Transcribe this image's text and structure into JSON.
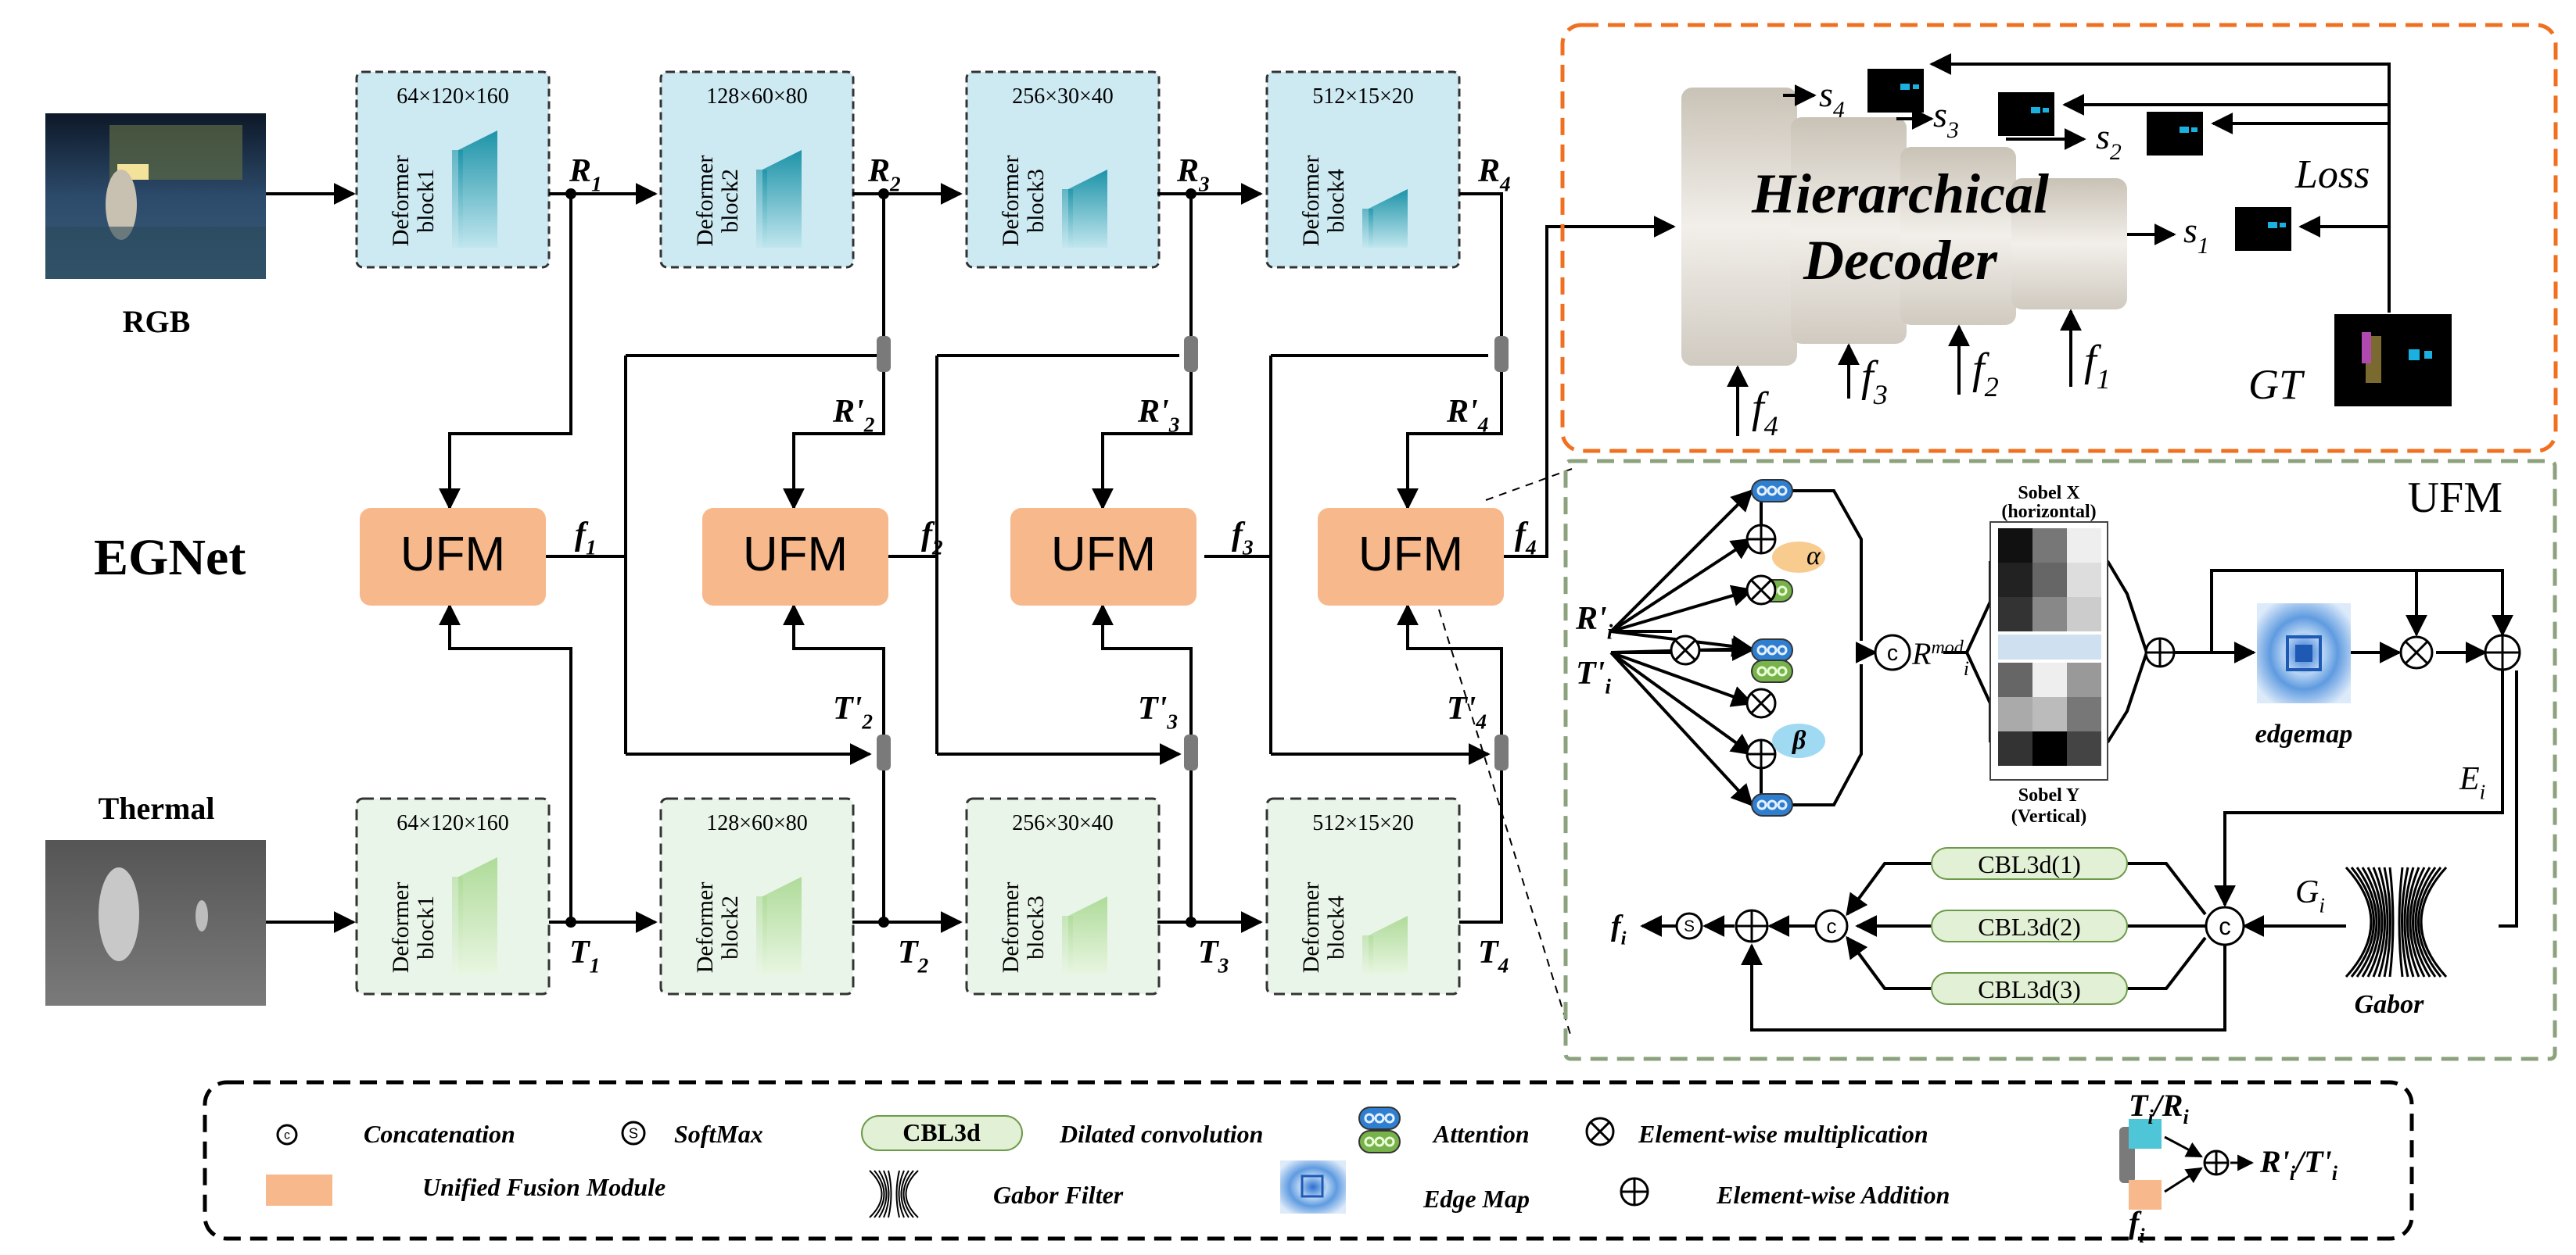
{
  "title": "EGNet",
  "inputs": {
    "rgb_label": "RGB",
    "thermal_label": "Thermal"
  },
  "rgb_blocks": [
    {
      "dims": "64×120×160",
      "name": "Deformer\nblock1"
    },
    {
      "dims": "128×60×80",
      "name": "Deformer\nblock2"
    },
    {
      "dims": "256×30×40",
      "name": "Deformer\nblock3"
    },
    {
      "dims": "512×15×20",
      "name": "Deformer\nblock4"
    }
  ],
  "thermal_blocks": [
    {
      "dims": "64×120×160",
      "name": "Deformer\nblock1"
    },
    {
      "dims": "128×60×80",
      "name": "Deformer\nblock2"
    },
    {
      "dims": "256×30×40",
      "name": "Deformer\nblock3"
    },
    {
      "dims": "512×15×20",
      "name": "Deformer\nblock4"
    }
  ],
  "rgb_outputs": [
    "R",
    "R",
    "R",
    "R"
  ],
  "rgb_output_subs": [
    "1",
    "2",
    "3",
    "4"
  ],
  "thermal_outputs": [
    "T",
    "T",
    "T",
    "T"
  ],
  "thermal_output_subs": [
    "1",
    "2",
    "3",
    "4"
  ],
  "rprime": [
    "R'",
    "R'",
    "R'"
  ],
  "rprime_subs": [
    "2",
    "3",
    "4"
  ],
  "tprime": [
    "T'",
    "T'",
    "T'"
  ],
  "tprime_subs": [
    "2",
    "3",
    "4"
  ],
  "ufm_label": "UFM",
  "fusion_outputs": [
    "f",
    "f",
    "f",
    "f"
  ],
  "fusion_output_subs": [
    "1",
    "2",
    "3",
    "4"
  ],
  "decoder": {
    "title_line1": "Hierarchical",
    "title_line2": "Decoder",
    "side_outputs": [
      "s",
      "s",
      "s",
      "s"
    ],
    "side_output_subs": [
      "4",
      "3",
      "2",
      "1"
    ],
    "inputs": [
      "f",
      "f",
      "f",
      "f"
    ],
    "input_subs": [
      "4",
      "3",
      "2",
      "1"
    ],
    "loss": "Loss",
    "gt": "GT"
  },
  "ufm_detail": {
    "title": "UFM",
    "r_in": "R'",
    "t_in": "T'",
    "in_sub": "i",
    "alpha": "α",
    "beta": "β",
    "rmod": "R",
    "rmod_sub": "i",
    "rmod_sup": "mod",
    "sobel_x": "Sobel X",
    "sobel_x_sub": "(horizontal)",
    "sobel_y": "Sobel Y",
    "sobel_y_sub": "(Vertical)",
    "edgemap": "edgemap",
    "e_label": "E",
    "e_sub": "i",
    "g_label": "G",
    "g_sub": "i",
    "gabor": "Gabor",
    "cbl": [
      "CBL3d(1)",
      "CBL3d(2)",
      "CBL3d(3)"
    ],
    "f_out": "f",
    "f_out_sub": "i"
  },
  "legend": {
    "concat_symbol": "c",
    "concat": "Concatenation",
    "softmax_symbol": "S",
    "softmax": "SoftMax",
    "cbl": "CBL3d",
    "dilated": "Dilated convolution",
    "attention": "Attention",
    "mult": "Element-wise multiplication",
    "ufm": "Unified Fusion Module",
    "gabor": "Gabor Filter",
    "edge": "Edge Map",
    "add": "Element-wise Addition",
    "ti_ri": "T",
    "ti_ri_sub1": "i",
    "ti_ri_mid": "/R",
    "ti_ri_sub2": "i",
    "fi": "f",
    "fi_sub": "i",
    "out": "R'",
    "out_sub1": "i",
    "out_mid": "/T'",
    "out_sub2": "i"
  },
  "colors": {
    "rgb_block": "#cde9f2",
    "thermal_block": "#eaf5ea",
    "ufm": "#f7b98c",
    "decoder_border": "#f07020",
    "ufm_border": "#8ca27c",
    "cbl": "#e2f0d5"
  }
}
